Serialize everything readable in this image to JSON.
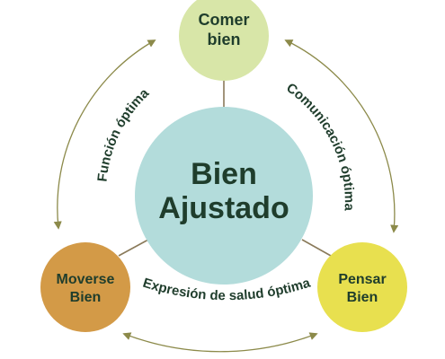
{
  "center": {
    "line1": "Bien",
    "line2": "Ajustado",
    "color": "#b3dcdb"
  },
  "nodes": {
    "top": {
      "line1": "Comer",
      "line2": "bien",
      "color": "#d8e6a8"
    },
    "left": {
      "line1": "Moverse",
      "line2": "Bien",
      "color": "#d39a47"
    },
    "right": {
      "line1": "Pensar",
      "line2": "Bien",
      "color": "#e8e04f"
    }
  },
  "relations": {
    "left_arc": "Función óptima",
    "right_arc": "Comunicación óptima",
    "bottom_arc": "Expresión de salud óptima"
  },
  "colors": {
    "text": "#1f3d2c",
    "arrow": "#8c8a4a",
    "connector": "#8a7a5a"
  }
}
